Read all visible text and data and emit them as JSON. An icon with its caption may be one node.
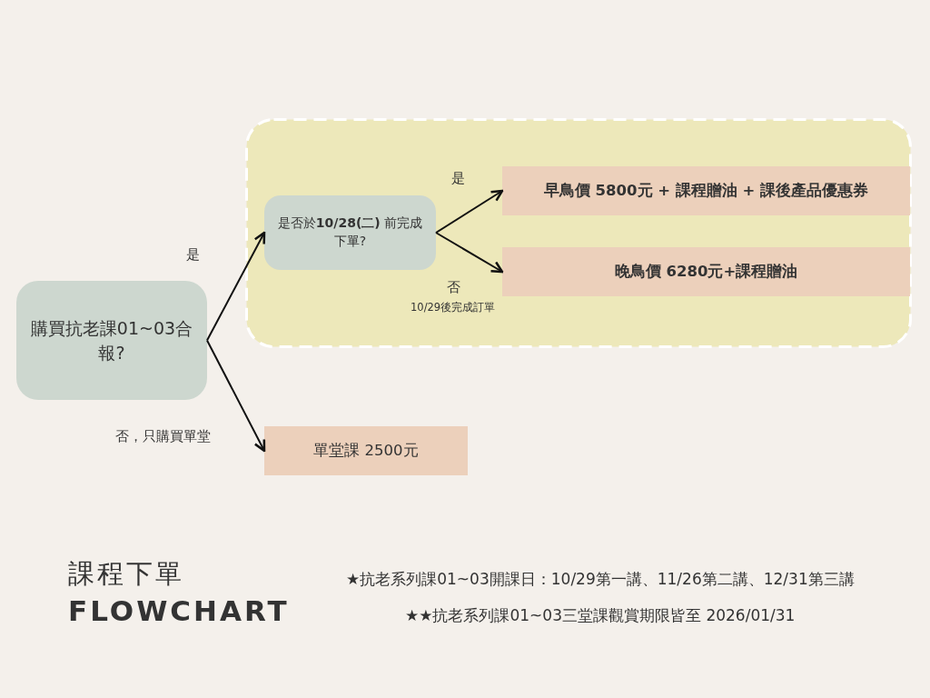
{
  "diagram": {
    "title": "課程下單",
    "nodes": [
      {
        "text": [
          "購買抗老課01~03合報?"
        ]
      },
      {
        "text": [],
        "shape": "box"
      },
      {
        "text": [
          "是否於**10/28(二)**  前完成下單?"
        ],
        "in": 1
      },
      {
        "text": [
          "早鳥價 5800元 + 課程贈油 + 課後產品優惠券"
        ],
        "in": 1
      },
      {
        "text": [
          "晚鳥價 6280元+課程贈油"
        ],
        "in": 1
      },
      {
        "text": [
          "單堂課 2500元"
        ]
      }
    ],
    "edges": [
      {
        "from": 0,
        "to": 2,
        "arrow": "to",
        "label": "是"
      },
      {
        "from": 0,
        "to": 5,
        "arrow": "to",
        "label": "否，只購買單堂"
      },
      {
        "from": 2,
        "to": 3,
        "arrow": "to",
        "label": "是"
      },
      {
        "from": 2,
        "to": 4,
        "arrow": "to",
        "label": "否"
      }
    ],
    "labels": [
      "10/29後完成訂單",
      "FLOWCHART",
      "★抗老系列課01~03開課日：10/29第一講、11/26第二講、12/31第三講",
      "★★抗老系列課01~03三堂課觀賞期限皆至  2026/01/31"
    ]
  }
}
